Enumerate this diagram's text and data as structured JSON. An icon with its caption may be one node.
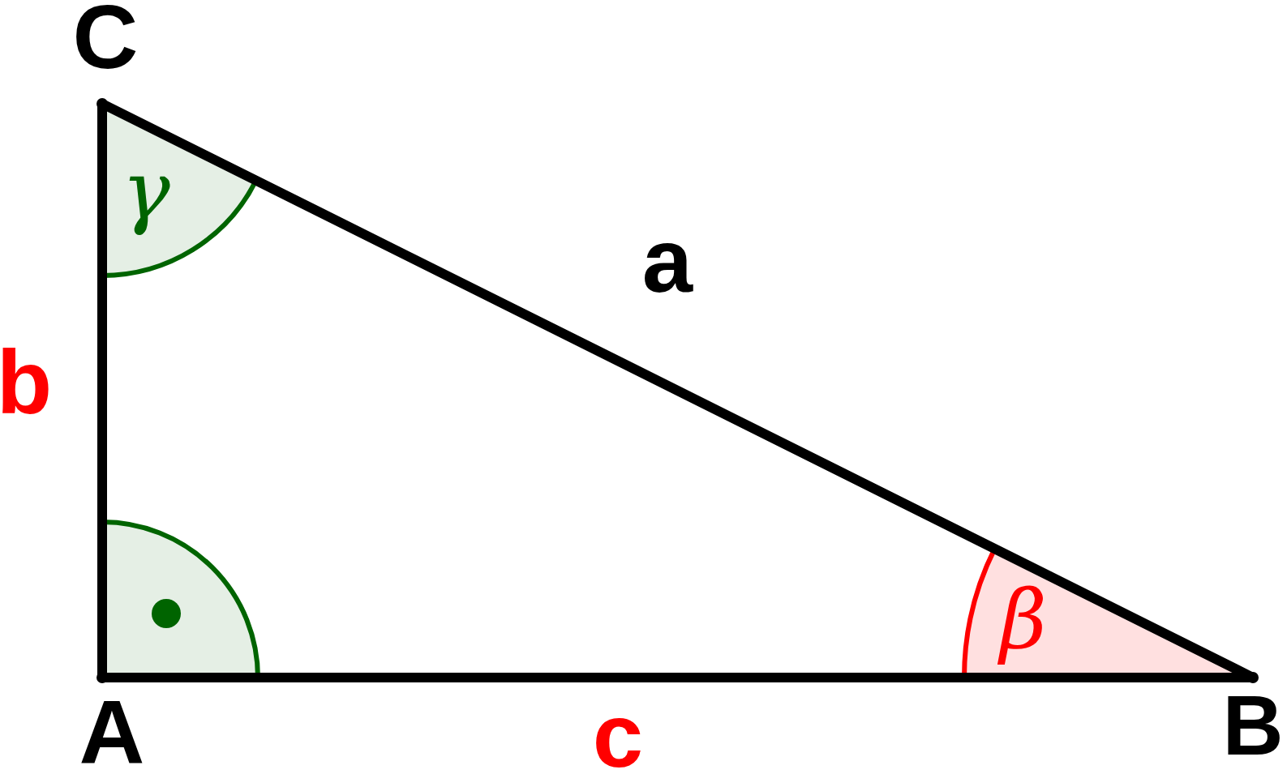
{
  "diagram": {
    "labels": [
      "C",
      "a",
      "b",
      "γ",
      "A",
      "c",
      "B",
      "β"
    ]
  }
}
